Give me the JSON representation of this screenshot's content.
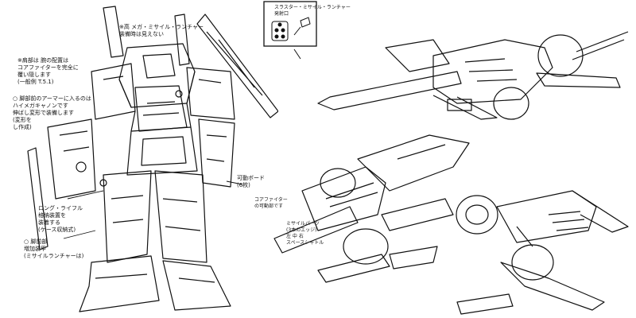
{
  "colors": {
    "ink": "#111111",
    "paper": "#ffffff"
  },
  "notes": {
    "top_callout": "※高 メガ・ミサイル・ランチャー\n装備時は見えない",
    "inset_label": "スラスター・ミサイル・ランチャー\n発射口",
    "left_upper": "※肩部は 腕の配置は\nコアファイターを完全に\n覆い隠します\n(一般例 T.5.1)",
    "left_middle": "○ 脚部前のアーマーに入るのは\nハイメガキャノンです\n伸ばし変形で装備します\n(変形を\nし作成)",
    "left_lower": "ロング・ライフル\n格納装置を\n装着する\n(ケース収納式)",
    "left_bottom": "○ 脚前部\n増加装甲\n(ミサイルランチャーは)",
    "right_board": "可動ボード\n(6枚)",
    "right_core": "コアファイター\nの可動部です",
    "bottom_center": "ミサイルパーツ\n(3本のエッジ)\n左 中 右\nスペースシャトル"
  }
}
